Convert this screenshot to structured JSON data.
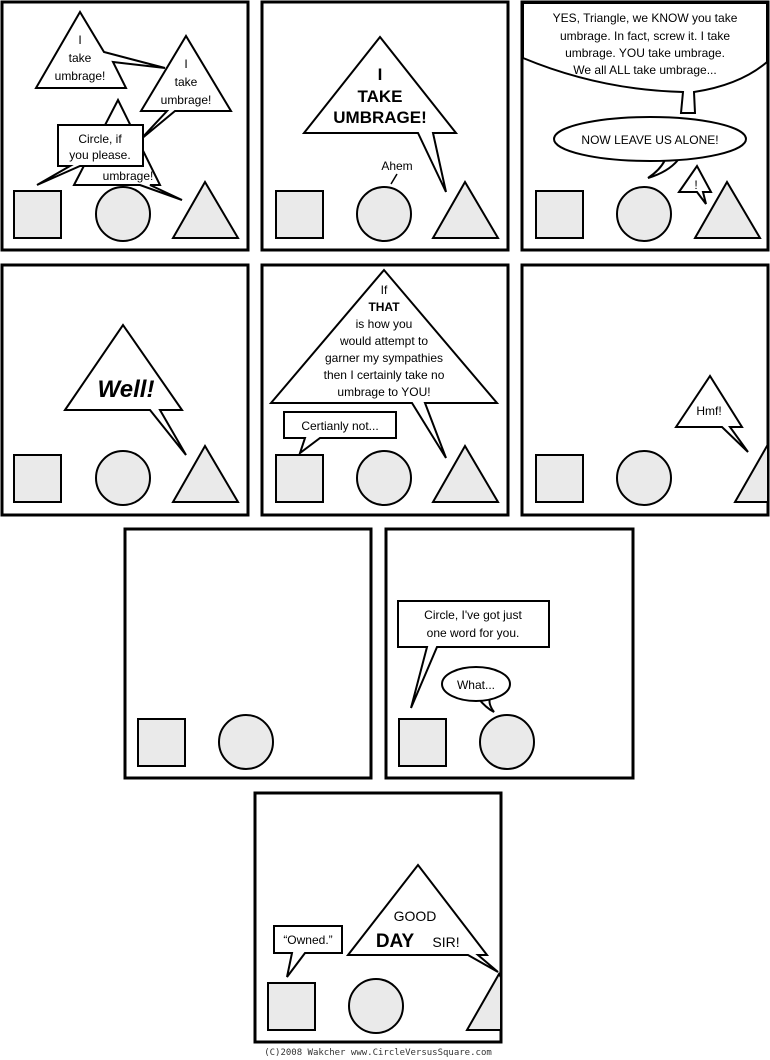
{
  "panels": {
    "p1": {
      "bubble1": [
        "I",
        "take",
        "umbrage!"
      ],
      "bubble2": [
        "I",
        "take",
        "umbrage!"
      ],
      "bubble3": [
        "umbrage!"
      ],
      "box": [
        "Circle, if",
        "you please."
      ]
    },
    "p2": {
      "bubble": [
        "I",
        "TAKE",
        "UMBRAGE!"
      ],
      "ahem": "Ahem"
    },
    "p3": {
      "cloud": [
        "YES, Triangle, we KNOW you take",
        "umbrage. In fact, screw it. I take",
        "umbrage. YOU take umbrage.",
        "We all ALL take umbrage..."
      ],
      "oval": "NOW LEAVE US ALONE!",
      "exclaim": "!"
    },
    "p4": {
      "bubble": "Well!"
    },
    "p5": {
      "bubble": [
        "If",
        "THAT",
        "is how you",
        "would attempt to",
        "garner my sympathies",
        "then I certainly take no",
        "umbrage to YOU!"
      ],
      "box": "Certianly not..."
    },
    "p6": {
      "bubble": "Hmf!"
    },
    "p8": {
      "box": [
        "Circle, I've got just",
        "one word for you."
      ],
      "oval": "What..."
    },
    "p9": {
      "box": "“Owned.”",
      "bubble": [
        "GOOD",
        "DAY",
        "SIR!"
      ]
    }
  },
  "credit": "(C)2008 Wakcher www.CircleVersusSquare.com"
}
